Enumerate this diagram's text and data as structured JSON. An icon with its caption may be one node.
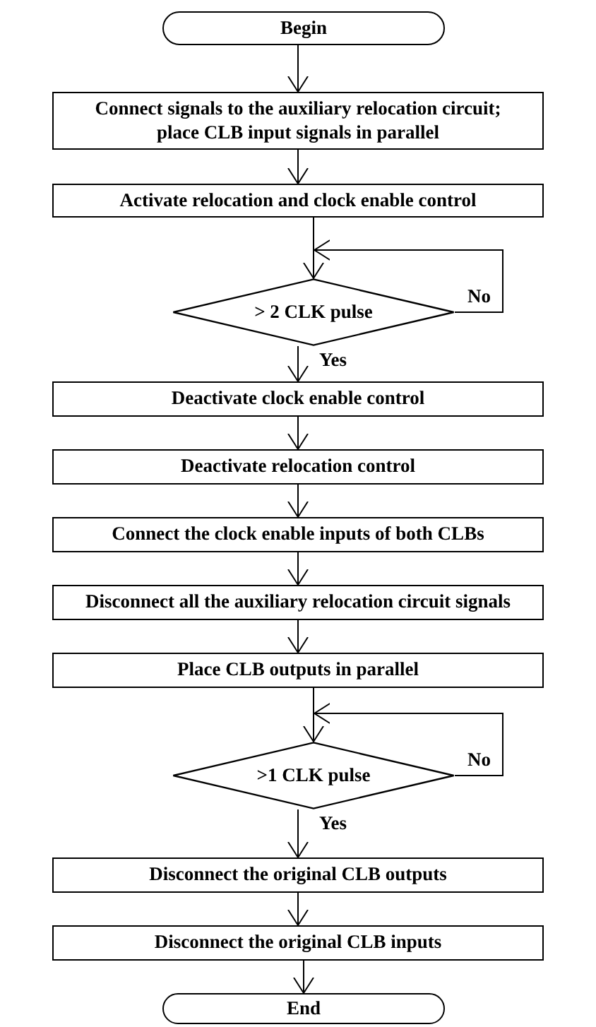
{
  "diagram": {
    "nodes": [
      {
        "text": [
          "Begin"
        ]
      },
      {
        "text": [
          "Connect signals to the auxiliary relocation circuit; place CLB input signals in parallel"
        ]
      },
      {
        "text": [
          "Activate relocation and clock enable control"
        ]
      },
      {
        "text": [
          "> 2 CLK pulse"
        ]
      },
      {
        "text": [
          "Deactivate clock enable control"
        ]
      },
      {
        "text": [
          "Deactivate relocation control"
        ]
      },
      {
        "text": [
          "Connect the clock enable inputs of both CLBs"
        ]
      },
      {
        "text": [
          "Disconnect all the auxiliary relocation circuit signals"
        ]
      },
      {
        "text": [
          "Place CLB outputs in parallel"
        ]
      },
      {
        "text": [
          ">1 CLK pulse"
        ]
      },
      {
        "text": [
          "Disconnect the original CLB outputs"
        ]
      },
      {
        "text": [
          "Disconnect the original CLB inputs"
        ]
      },
      {
        "text": [
          "End"
        ]
      }
    ],
    "edges": [
      {
        "from": 0,
        "to": 1,
        "arrow": "to"
      },
      {
        "from": 1,
        "to": 2,
        "arrow": "to"
      },
      {
        "from": 2,
        "to": 3,
        "arrow": "to"
      },
      {
        "from": 3,
        "to": 3,
        "arrow": "to",
        "label": "No"
      },
      {
        "from": 3,
        "to": 4,
        "arrow": "to",
        "label": "Yes"
      },
      {
        "from": 4,
        "to": 5,
        "arrow": "to"
      },
      {
        "from": 5,
        "to": 6,
        "arrow": "to"
      },
      {
        "from": 6,
        "to": 7,
        "arrow": "to"
      },
      {
        "from": 7,
        "to": 8,
        "arrow": "to"
      },
      {
        "from": 8,
        "to": 9,
        "arrow": "to"
      },
      {
        "from": 9,
        "to": 9,
        "arrow": "to",
        "label": "No"
      },
      {
        "from": 9,
        "to": 10,
        "arrow": "to",
        "label": "Yes"
      },
      {
        "from": 10,
        "to": 11,
        "arrow": "to"
      },
      {
        "from": 11,
        "to": 12,
        "arrow": "to"
      }
    ]
  }
}
